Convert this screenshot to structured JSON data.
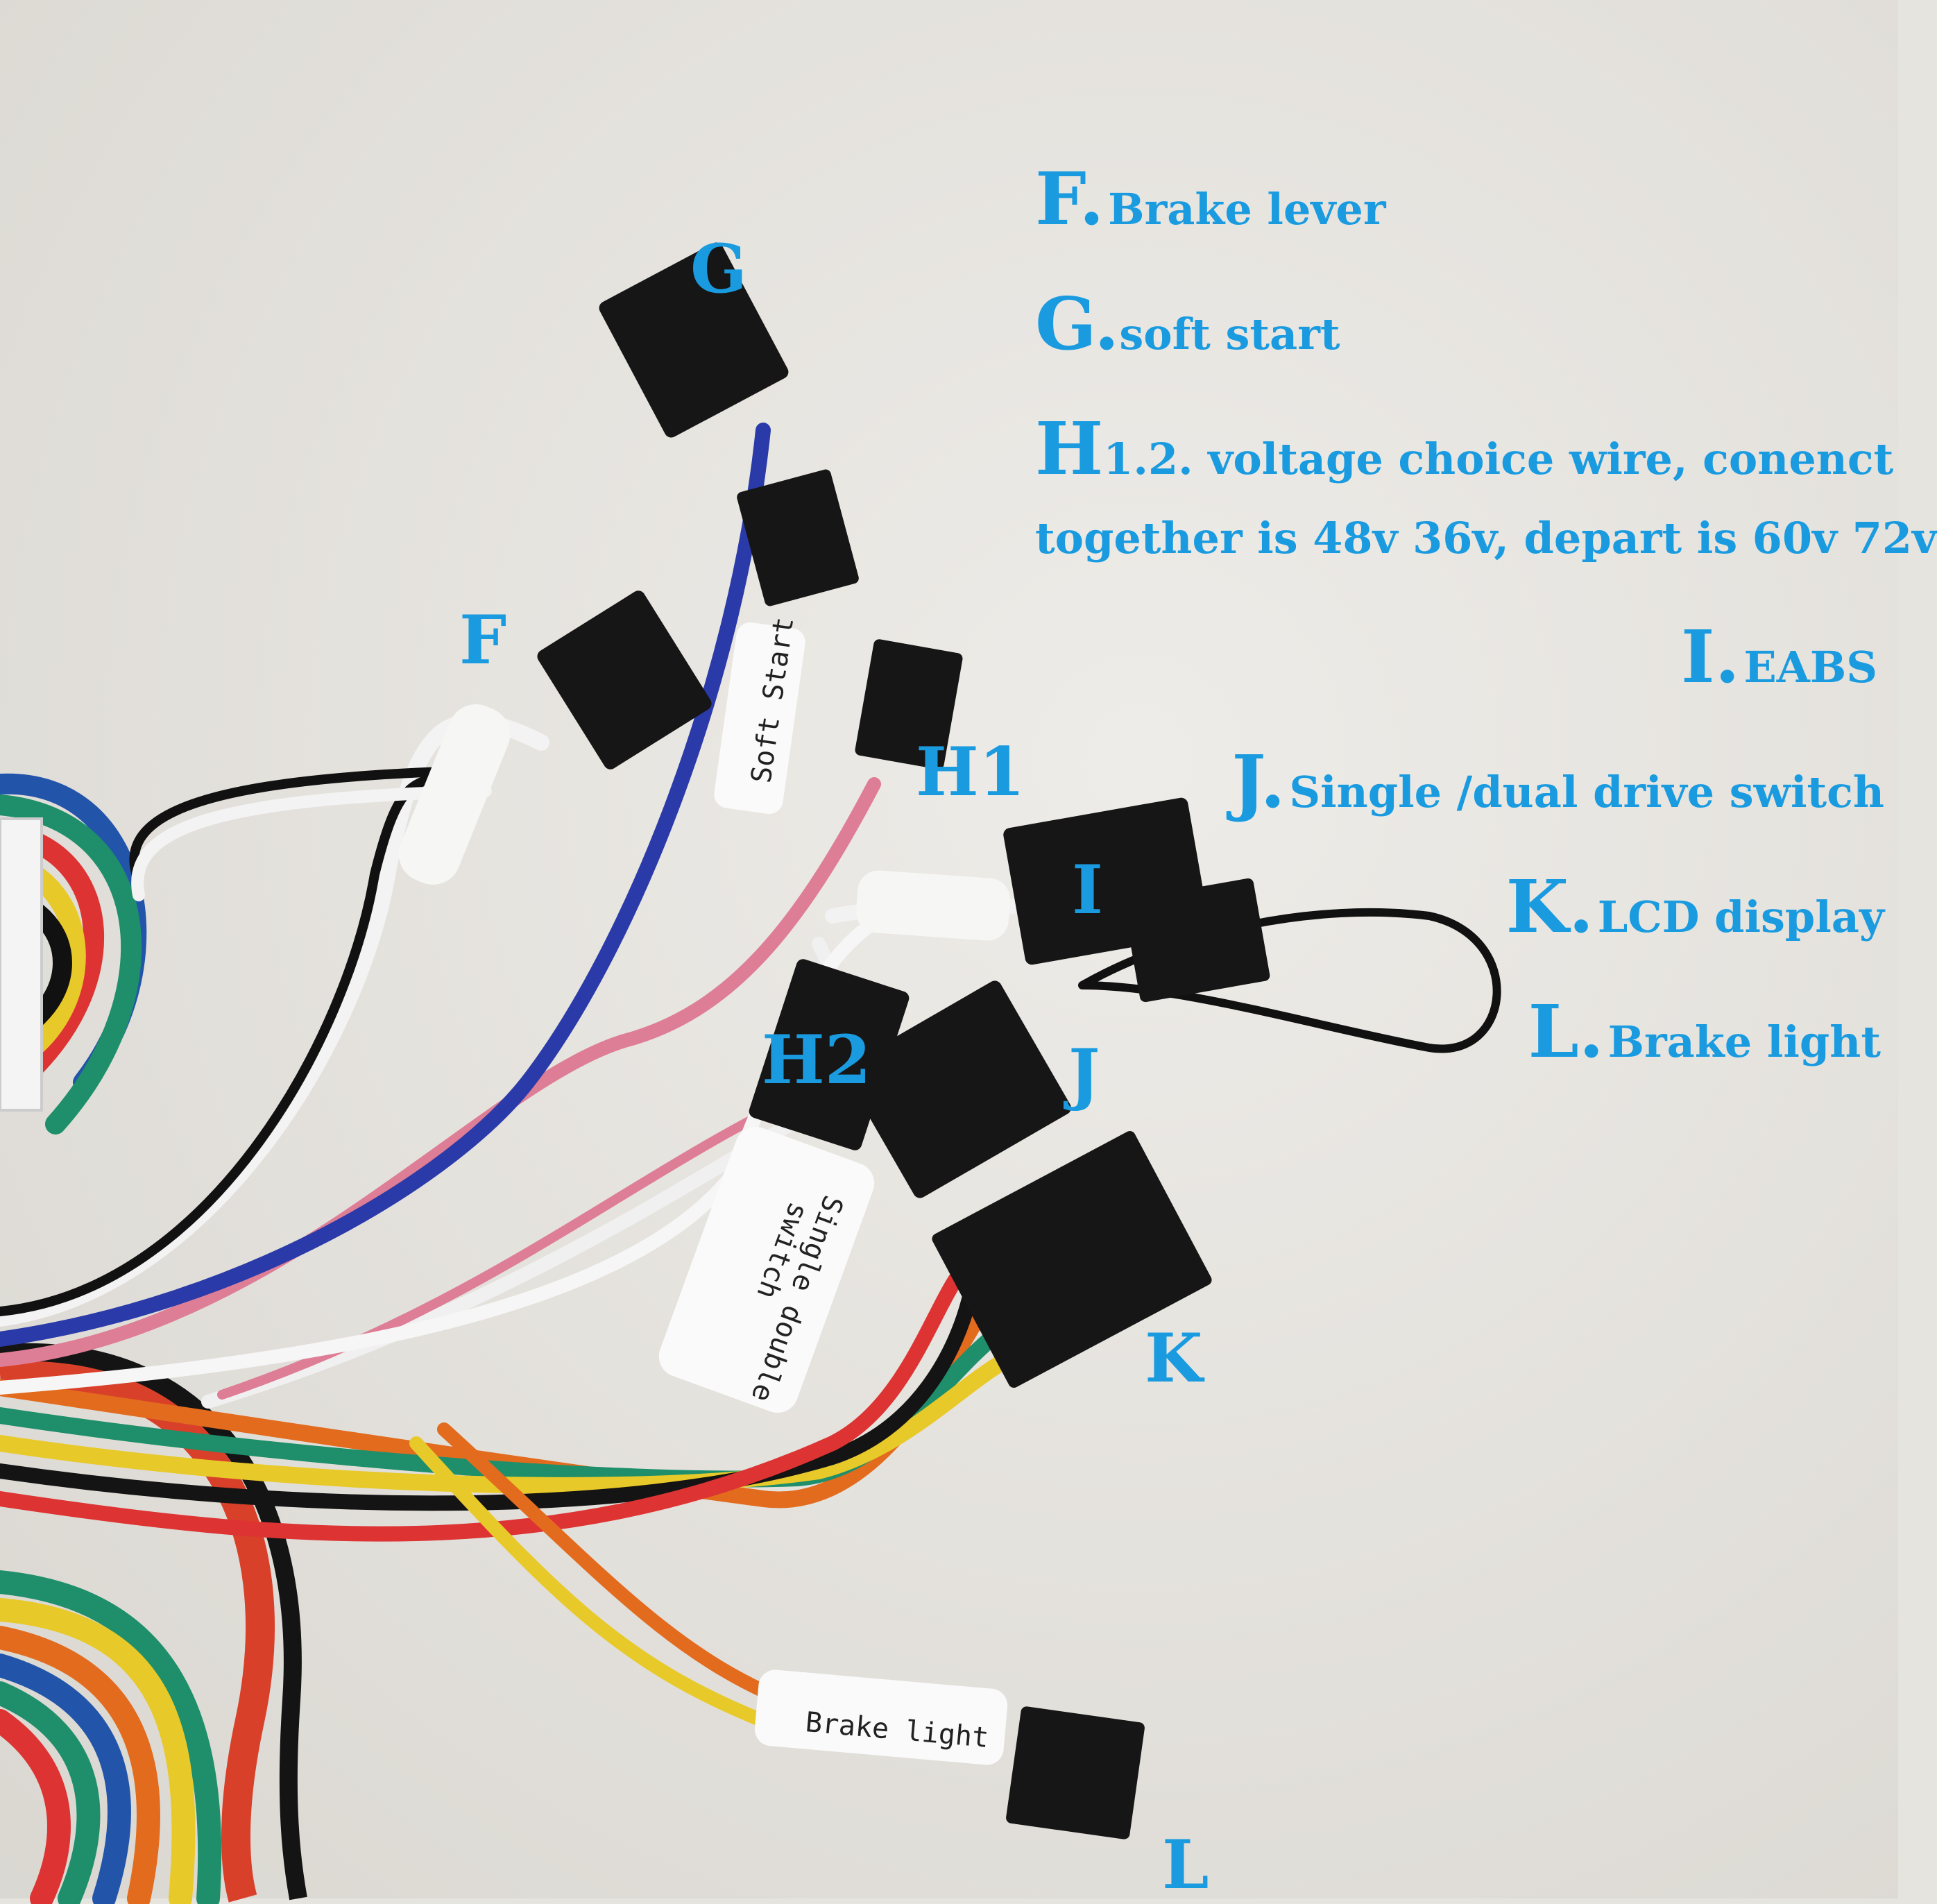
{
  "legend": [
    {
      "letter": "F.",
      "text": "Brake lever"
    },
    {
      "letter": "G.",
      "text": "soft start"
    },
    {
      "letter": "H",
      "text": "1.2. voltage choice wire, conenct"
    },
    {
      "letter": "",
      "text": "together is 48v 36v, depart is 60v 72v"
    },
    {
      "letter": "I.",
      "text": "EABS"
    },
    {
      "letter": "J.",
      "text": "Single /dual drive switch"
    },
    {
      "letter": "K.",
      "text": "LCD display"
    },
    {
      "letter": "L.",
      "text": "Brake light"
    }
  ],
  "tags": {
    "F": "F",
    "G": "G",
    "H1": "H1",
    "H2": "H2",
    "I": "I",
    "J": "J",
    "K": "K",
    "L": "L"
  },
  "sleeves": {
    "soft_start": "Soft Start",
    "single_double_1": "Single double",
    "single_double_2": "switch",
    "brake_light": "Brake light"
  },
  "colors": {
    "label_blue": "#1a9be0",
    "background": "#e6e4df"
  }
}
